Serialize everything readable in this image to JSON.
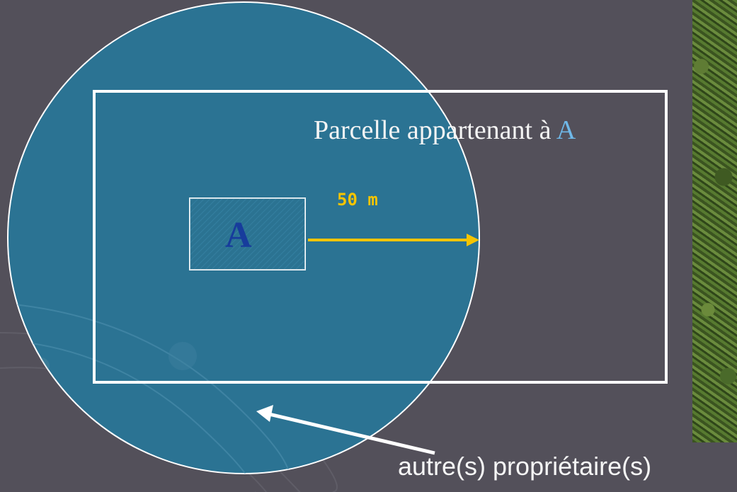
{
  "parcel": {
    "label_prefix": "Parcelle appartenant à ",
    "label_owner": "A"
  },
  "house": {
    "label": "A"
  },
  "distance": {
    "label": "50 m"
  },
  "neighbours": {
    "label": "autre(s) propriétaire(s)"
  },
  "colors": {
    "background": "#53505a",
    "circle_fill": "#2b7393",
    "parcel_border": "#ffffff",
    "distance_arrow": "#f5c400",
    "house_letter": "#173c9c",
    "parcel_owner_accent": "#6fb8e8"
  }
}
